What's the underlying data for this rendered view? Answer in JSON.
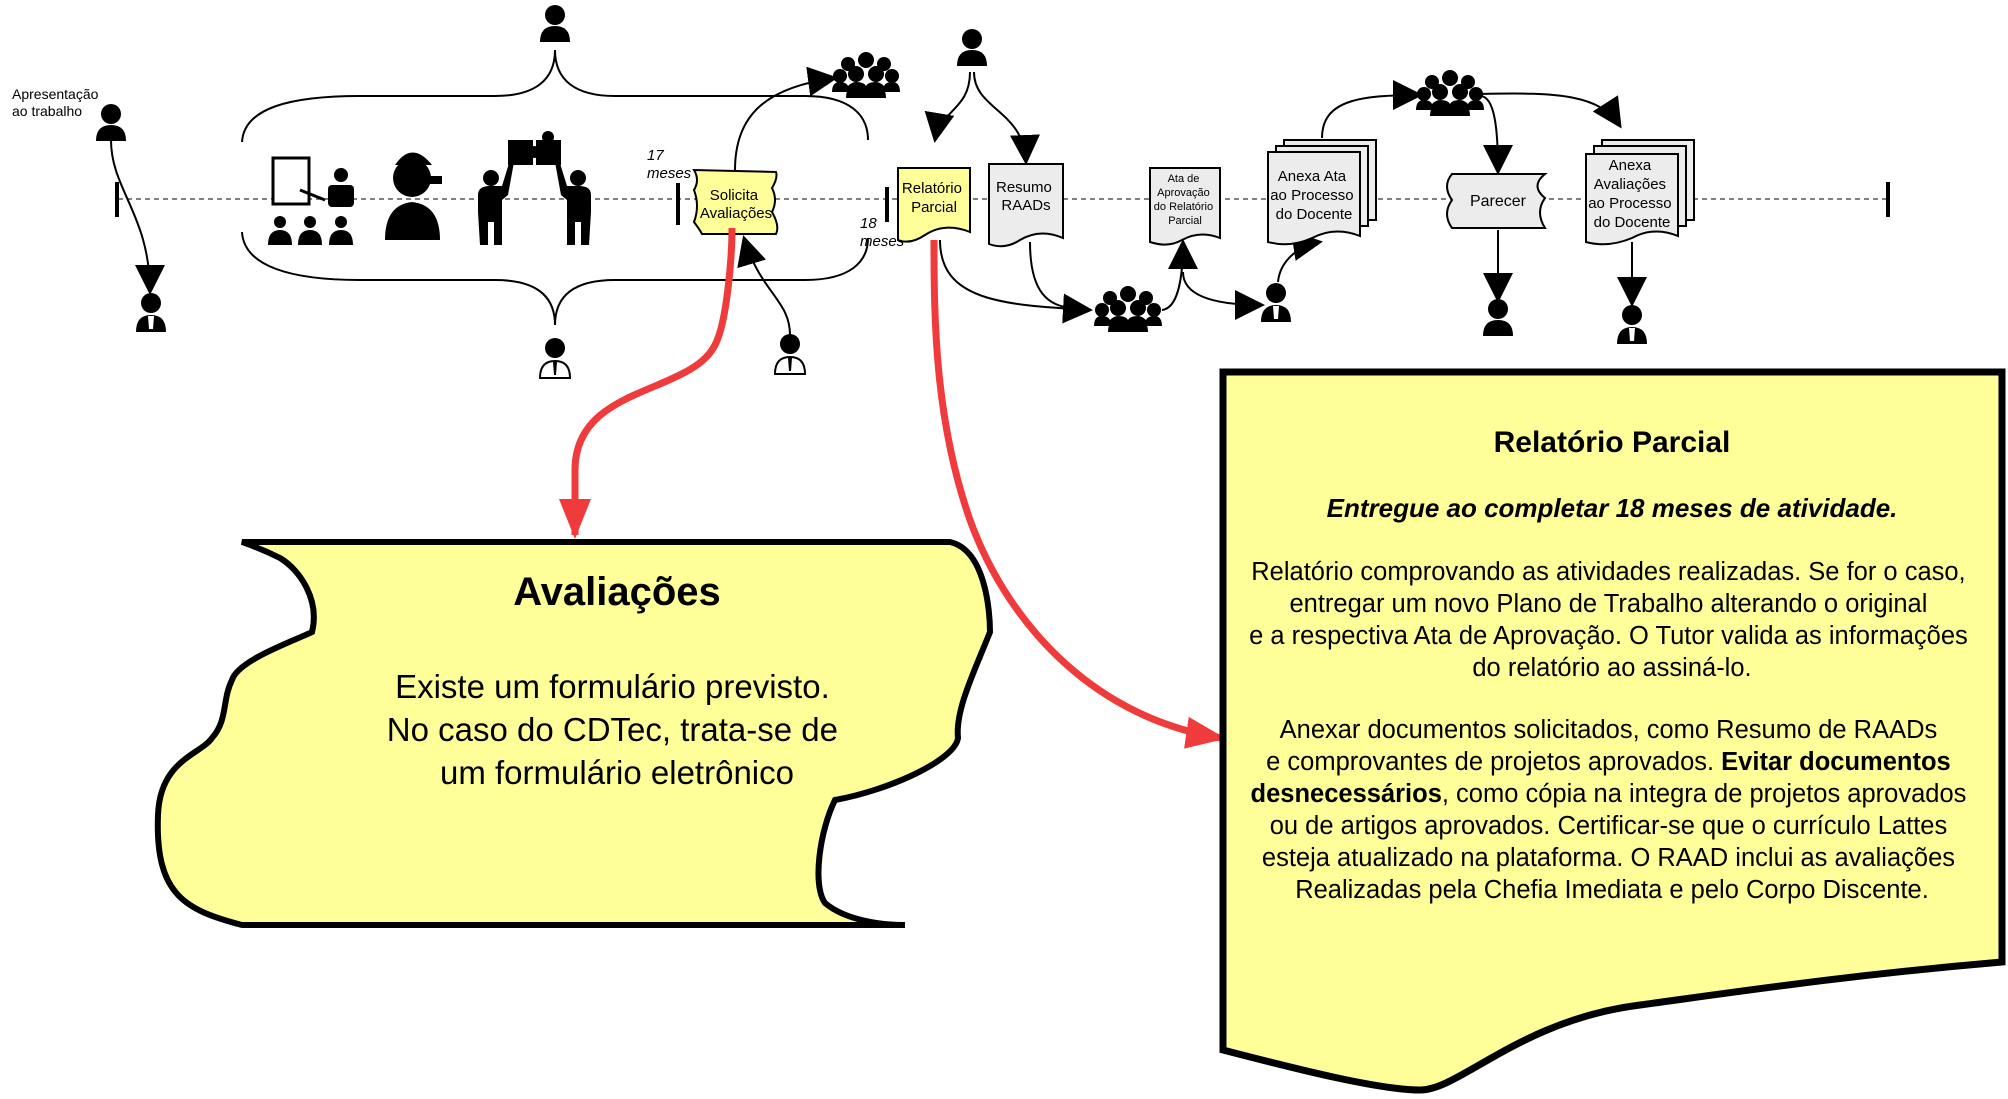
{
  "colors": {
    "note_fill": "#ffff99",
    "doc_fill": "#ececec",
    "highlight_fill": "#ffff99",
    "callout_arrow": "#ef3b3b",
    "ink": "#000000"
  },
  "timeline": {
    "start_label": [
      "Apresentação",
      "ao trabalho"
    ],
    "milestone_17": [
      "17",
      "meses"
    ],
    "milestone_18": [
      "18",
      "meses"
    ]
  },
  "documents": {
    "solicita": [
      "Solicita",
      "Avaliações"
    ],
    "relatorio": [
      "Relatório",
      "Parcial"
    ],
    "resumo": [
      "Resumo",
      "RAADs"
    ],
    "ata": [
      "Ata de",
      "Aprovação",
      "do Relatório",
      "Parcial"
    ],
    "anexa_ata": [
      "Anexa Ata",
      "ao Processo",
      "do Docente"
    ],
    "parecer": "Parecer",
    "anexa_aval": [
      "Anexa",
      "Avaliações",
      "ao Processo",
      "do Docente"
    ]
  },
  "icons": [
    "person-icon",
    "presentation-icon",
    "chef-icon",
    "puzzle-team-icon",
    "group-icon",
    "worker-icon"
  ],
  "avaliacoes_note": {
    "title": "Avaliações",
    "lines": [
      "Existe um formulário previsto.",
      "No caso do CDTec, trata-se de",
      "um formulário eletrônico"
    ]
  },
  "relatorio_note": {
    "title": "Relatório Parcial",
    "subtitle": "Entregue ao completar 18 meses de atividade.",
    "para1": [
      "Relatório comprovando as atividades realizadas. Se for o caso,",
      "entregar um novo Plano de Trabalho alterando o original",
      "e a respectiva Ata de Aprovação. O Tutor valida as informações",
      "do relatório ao assiná-lo."
    ],
    "para2_line1": "Anexar documentos solicitados, como Resumo de RAADs",
    "para2_line2_pre": "e comprovantes de projetos aprovados. ",
    "para2_line2_bold": "Evitar documentos",
    "para2_line3_bold": "desnecessários",
    "para2_line3_post": ", como cópia na integra de projetos aprovados",
    "para2_rest": [
      "ou de artigos aprovados. Certificar-se que o currículo Lattes",
      "esteja atualizado na plataforma. O RAAD inclui as avaliações",
      "Realizadas pela Chefia Imediata e pelo Corpo Discente."
    ]
  }
}
